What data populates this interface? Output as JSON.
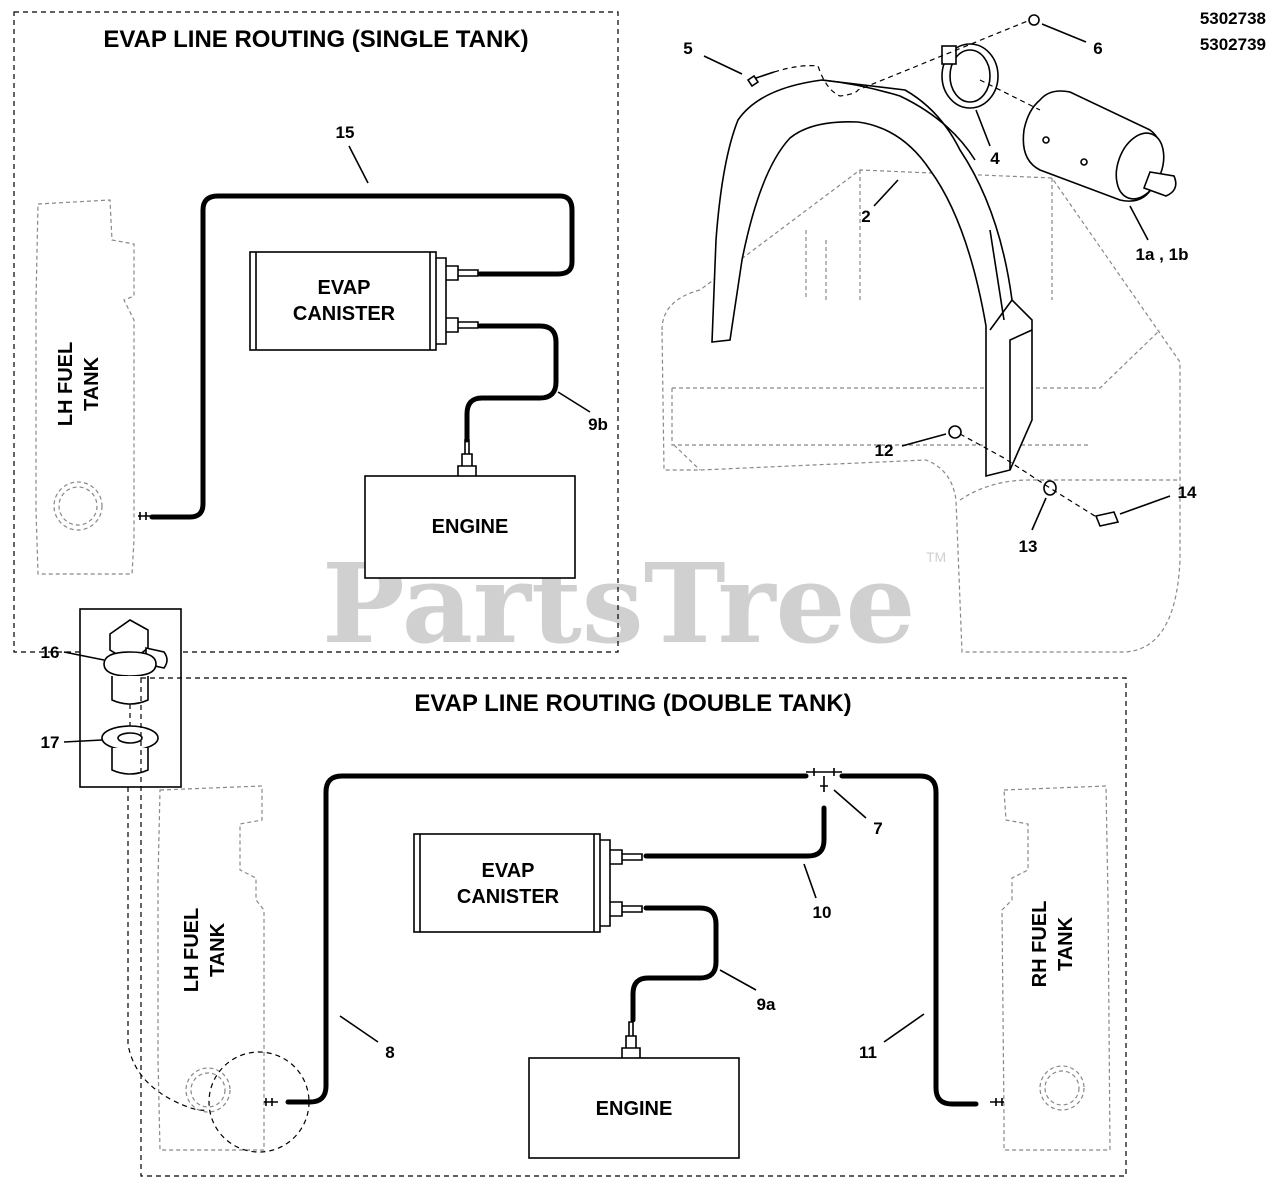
{
  "part_numbers": [
    "5302738",
    "5302739"
  ],
  "sections": {
    "single": {
      "title": "EVAP LINE ROUTING (SINGLE TANK)",
      "tank_label": [
        "LH FUEL",
        "TANK"
      ],
      "canister_label": [
        "EVAP",
        "CANISTER"
      ],
      "engine_label": "ENGINE"
    },
    "double": {
      "title": "EVAP LINE ROUTING (DOUBLE TANK)",
      "lh_tank_label": [
        "LH FUEL",
        "TANK"
      ],
      "rh_tank_label": [
        "RH FUEL",
        "TANK"
      ],
      "canister_label": [
        "EVAP",
        "CANISTER"
      ],
      "engine_label": "ENGINE"
    }
  },
  "callouts": {
    "c1ab": "1a , 1b",
    "c2": "2",
    "c4": "4",
    "c5": "5",
    "c6": "6",
    "c7": "7",
    "c8": "8",
    "c9a": "9a",
    "c9b": "9b",
    "c10": "10",
    "c11": "11",
    "c12": "12",
    "c13": "13",
    "c14": "14",
    "c15": "15",
    "c16": "16",
    "c17": "17"
  },
  "watermark": {
    "text": "PartsTree",
    "trademark": "TM"
  }
}
